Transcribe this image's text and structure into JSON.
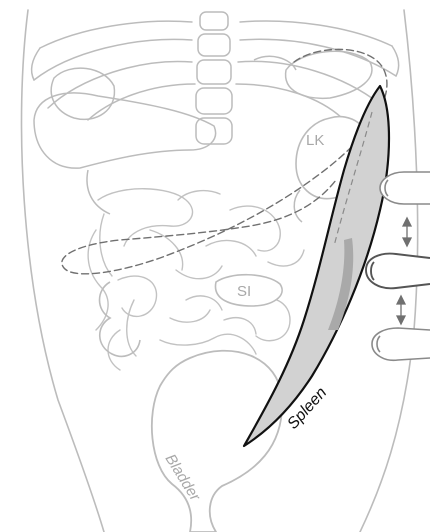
{
  "labels": {
    "left_kidney": "LK",
    "small_intestine": "SI",
    "spleen": "Spleen",
    "bladder": "Bladder"
  },
  "colors": {
    "outline": "#bcbcbc",
    "spleen_fill": "#d2d2d2",
    "spleen_outline": "#111111",
    "dashed": "#707070",
    "probe": "#8a8a8a",
    "arrow": "#707070",
    "label_grey": "#a8a8a8"
  },
  "icons": {
    "probe": "ultrasound-probe-icon",
    "arrow": "double-headed-vertical-arrow-icon"
  }
}
